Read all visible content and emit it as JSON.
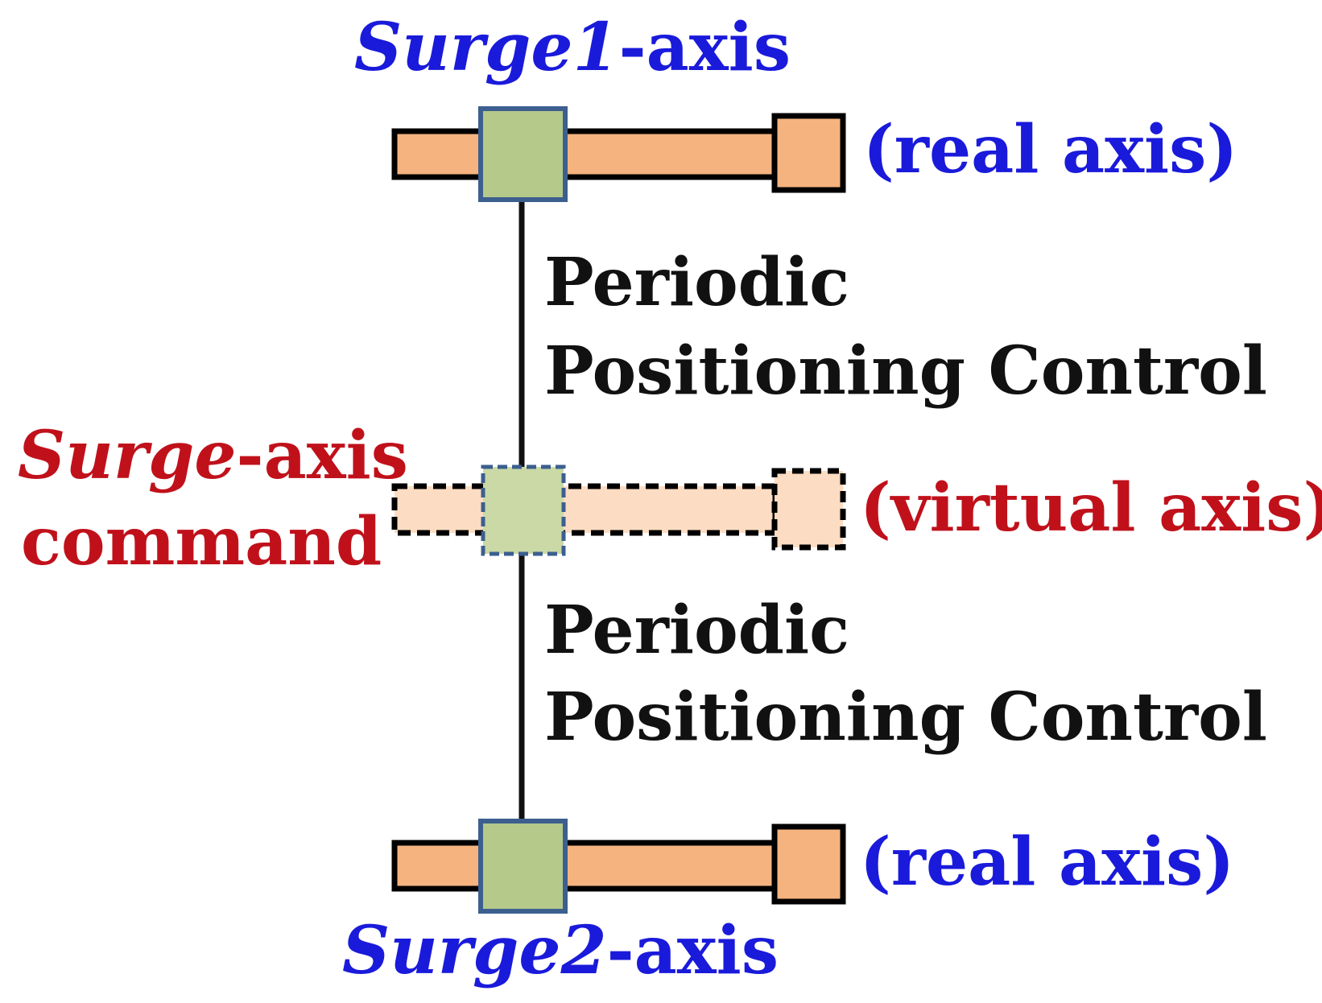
{
  "colors": {
    "real_rail": "#f5b37f",
    "virtual_rail": "#fcdcc2",
    "real_carriage": "#b5c98a",
    "virtual_carriage": "#cad9a6",
    "carriage_border": "#3c5f8f",
    "real_label": "#1a1adb",
    "virtual_label": "#c0111b"
  },
  "top_axis": {
    "name_italic": "Surge1",
    "name_suffix": "-axis",
    "type_label": "(real axis)"
  },
  "middle_axis": {
    "name_italic": "Surge",
    "name_suffix": "-axis",
    "name_line2": "command",
    "type_label": "(virtual axis)"
  },
  "bottom_axis": {
    "name_italic": "Surge2",
    "name_suffix": "-axis",
    "type_label": "(real axis)"
  },
  "upper_link": {
    "line1": "Periodic",
    "line2": "Positioning Control"
  },
  "lower_link": {
    "line1": "Periodic",
    "line2": "Positioning Control"
  }
}
